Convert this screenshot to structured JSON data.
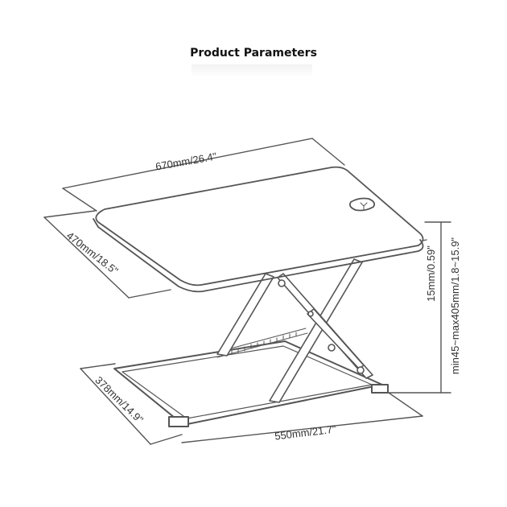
{
  "title": "Product Parameters",
  "dimensions": {
    "length": "670mm/26.4\"",
    "width": "470mm/18.5\"",
    "base_width": "378mm/14.9\"",
    "base_length": "550mm/21.7\"",
    "thickness": "15mm/0.59\"",
    "height": "min45~max405mm/1.8~15.9\""
  },
  "colors": {
    "line": "#555555",
    "text": "#333333"
  }
}
